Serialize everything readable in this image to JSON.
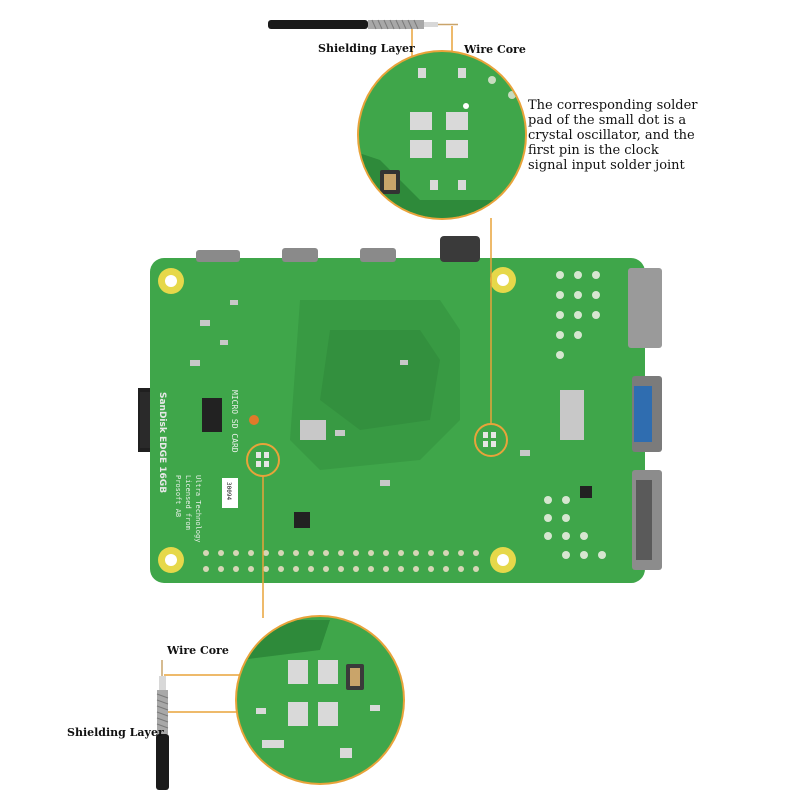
{
  "labels": {
    "top_shielding": "Shielding Layer",
    "top_core": "Wire Core",
    "bottom_core": "Wire Core",
    "bottom_shielding": "Shielding Layer"
  },
  "note_lines": [
    "The corresponding solder",
    "pad of the small dot is a",
    "crystal oscillator, and the",
    "first pin is the clock",
    "signal input solder joint"
  ],
  "board_text": {
    "micro_sd": "MICRO SD CARD",
    "sd_card": "SanDisk EDGE 16GB",
    "licence_1": "Ultra Technology",
    "licence_2": "Licensed from",
    "licence_3": "Prosoft AB",
    "qr_text": "30094"
  },
  "colors": {
    "pcb": "#3fa64a",
    "pcb_dark": "#2e8a3a",
    "highlight": "#e8a33a",
    "pad": "#d9d9d9",
    "mount_hole": "#e6d84a"
  }
}
